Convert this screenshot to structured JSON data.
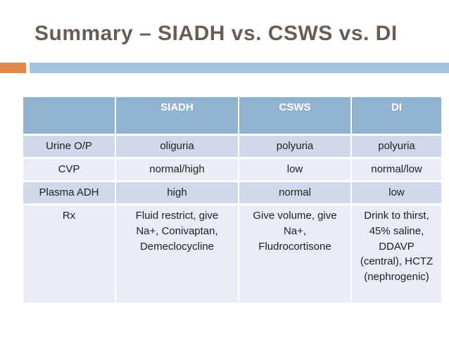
{
  "slide": {
    "title": "Summary – SIADH vs. CSWS vs. DI",
    "colors": {
      "title_text": "#6a5b53",
      "accent_orange": "#e0884e",
      "accent_blue_bar": "#a6c3de",
      "table_header_blue": "#92b2d1",
      "row_band_dark": "#cfd9e9",
      "row_band_light": "#e9ecf4",
      "header_text": "#ffffff",
      "body_text": "#1f1f1f"
    },
    "table": {
      "headers": [
        "",
        "SIADH",
        "CSWS",
        "DI"
      ],
      "rows": [
        {
          "cells": [
            "Urine O/P",
            "oliguria",
            "polyuria",
            "polyuria"
          ]
        },
        {
          "cells": [
            "CVP",
            "normal/high",
            "low",
            "normal/low"
          ]
        },
        {
          "cells": [
            "Plasma ADH",
            "high",
            "normal",
            "low"
          ]
        },
        {
          "cells": [
            "Rx",
            "Fluid restrict, give\nNa+, Conivaptan,\nDemeclocycline",
            "Give volume, give\nNa+,\nFludrocortisone",
            "Drink to thirst,\n45% saline,\nDDAVP\n(central), HCTZ\n(nephrogenic)"
          ]
        }
      ]
    }
  }
}
